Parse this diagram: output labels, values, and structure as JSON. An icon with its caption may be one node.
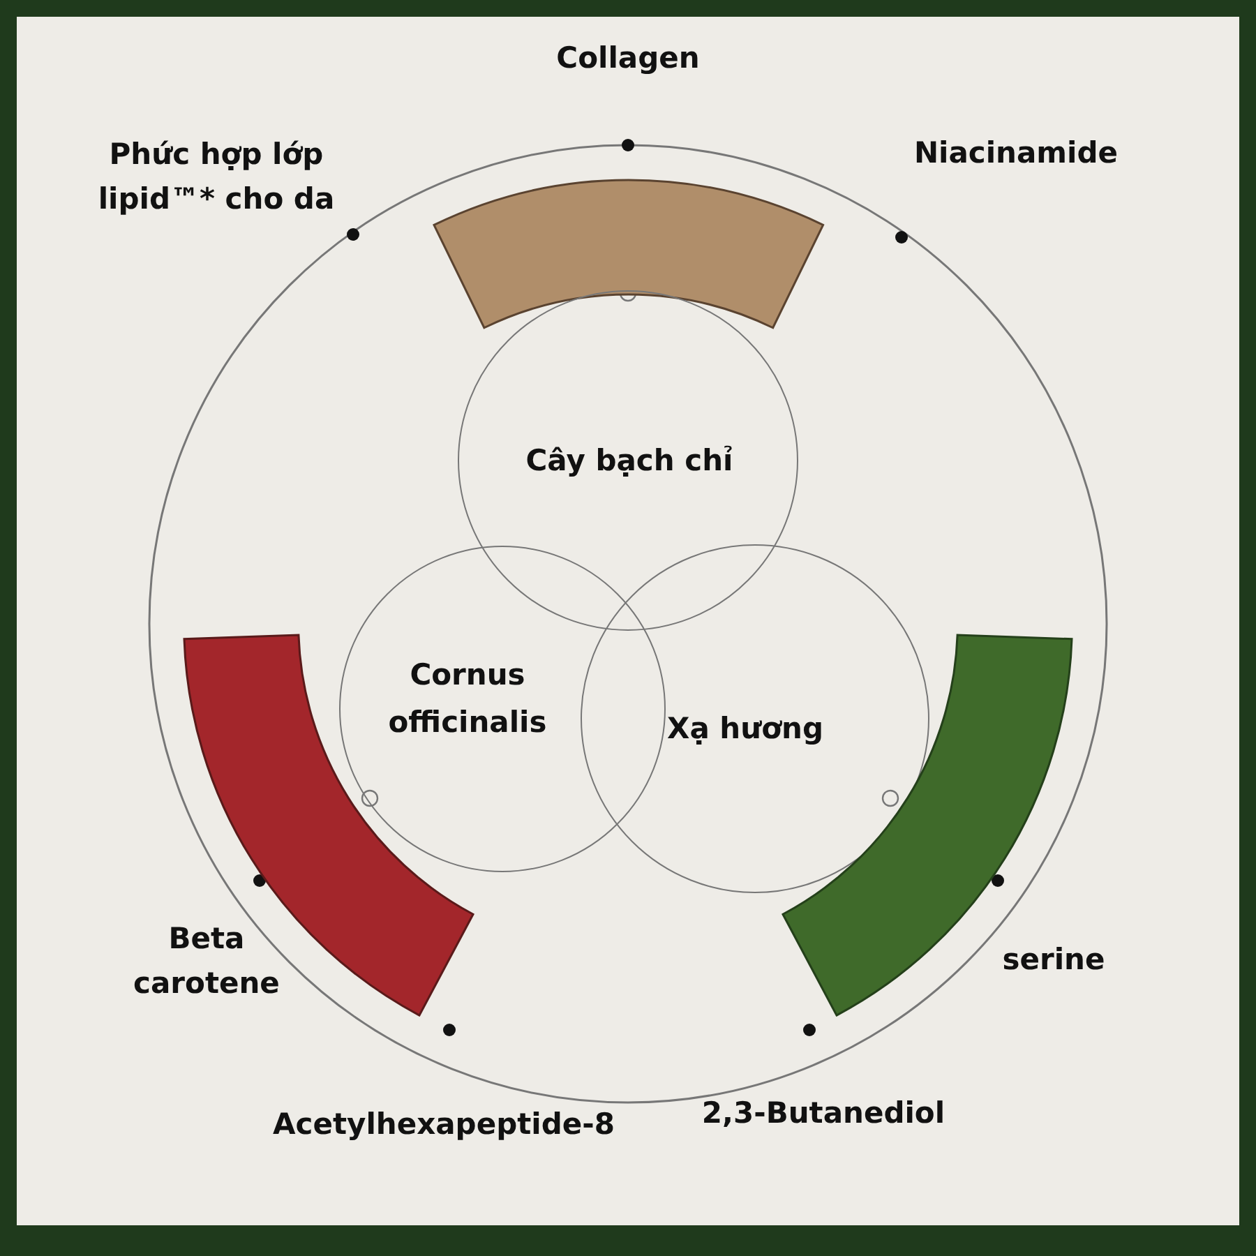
{
  "diagram": {
    "nodes": [
      {
        "text": [],
        "shape": "picture"
      },
      {
        "text": [
          "Cây bạch chỉ"
        ]
      },
      {
        "text": [
          "Cornus officinalis"
        ]
      },
      {
        "text": [
          "Xạ hương"
        ]
      },
      {
        "text": [],
        "shape": "picture"
      },
      {
        "text": [],
        "shape": "picture"
      }
    ],
    "labels": [
      "Collagen",
      "Phức hợp lớp lipid™* cho da",
      "Niacinamide",
      "Beta carotene",
      "serine",
      "Acetylhexapeptide-8",
      "2,3-Butanediol"
    ]
  }
}
